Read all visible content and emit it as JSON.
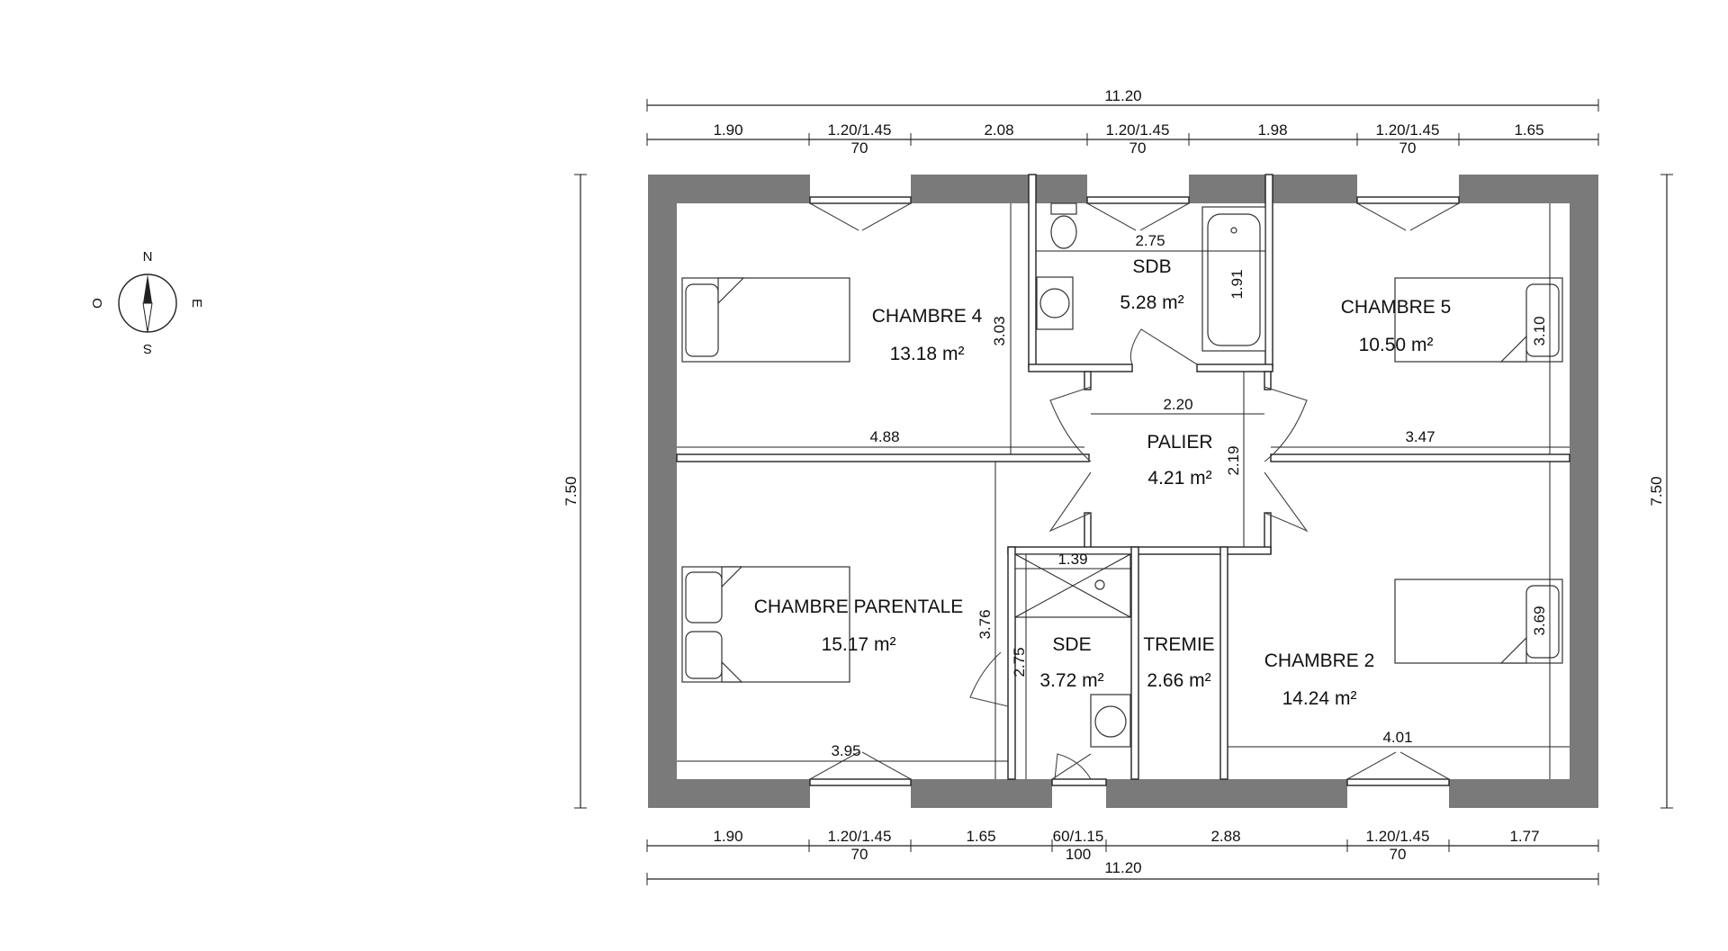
{
  "plan": {
    "rooms": [
      {
        "name": "CHAMBRE 4",
        "area": "13.18 m²"
      },
      {
        "name": "SDB",
        "area": "5.28 m²"
      },
      {
        "name": "CHAMBRE 5",
        "area": "10.50 m²"
      },
      {
        "name": "PALIER",
        "area": "4.21 m²"
      },
      {
        "name": "CHAMBRE PARENTALE",
        "area": "15.17 m²"
      },
      {
        "name": "SDE",
        "area": "3.72 m²"
      },
      {
        "name": "TREMIE",
        "area": "2.66 m²"
      },
      {
        "name": "CHAMBRE 2",
        "area": "14.24 m²"
      }
    ],
    "dims_top": {
      "overall": "11.20",
      "segments": [
        "1.90",
        "1.20/1.45",
        "2.08",
        "1.20/1.45",
        "1.98",
        "1.20/1.45",
        "1.65"
      ],
      "sub": [
        "70",
        "70",
        "70"
      ]
    },
    "dims_bottom": {
      "overall": "11.20",
      "segments": [
        "1.90",
        "1.20/1.45",
        "1.65",
        "60/1.15",
        "2.88",
        "1.20/1.45",
        "1.77"
      ],
      "sub": [
        "70",
        "100",
        "70"
      ]
    },
    "dims_side": {
      "left": "7.50",
      "right": "7.50"
    },
    "dims_inner": {
      "ch4_width": "4.88",
      "ch4_height": "3.03",
      "sdb_width": "2.75",
      "sdb_height": "1.91",
      "palier_width": "2.20",
      "palier_height": "2.19",
      "ch5_width": "3.47",
      "ch5_height": "3.10",
      "parent_width": "3.95",
      "parent_height": "3.76",
      "sde_width": "1.39",
      "sde_height": "2.75",
      "ch2_width": "4.01",
      "ch2_height": "3.69"
    },
    "compass": {
      "n": "N",
      "s": "S",
      "e": "E",
      "w": "O"
    }
  }
}
